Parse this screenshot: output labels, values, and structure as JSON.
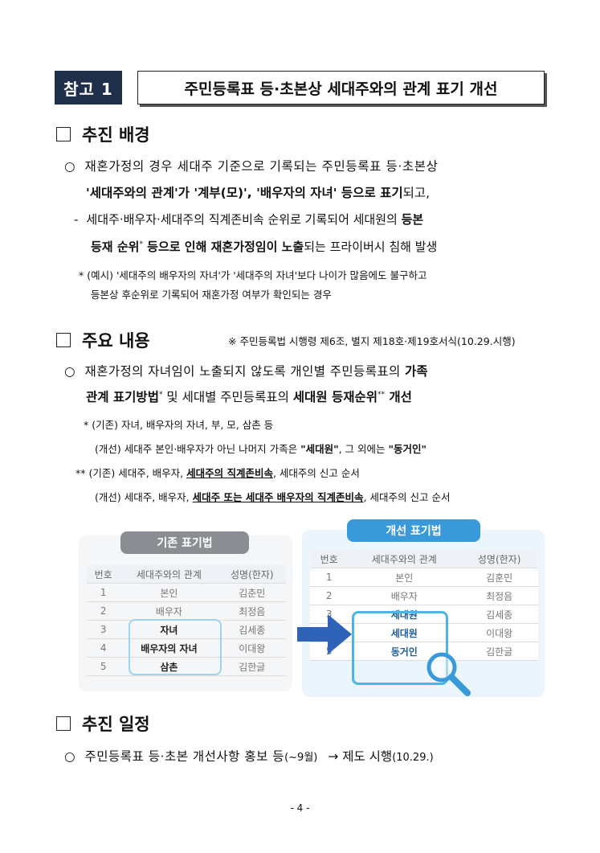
{
  "header": {
    "badge": "참고 1",
    "title": "주민등록표 등·초본상 세대주와의 관계 표기 개선"
  },
  "sections": {
    "background": {
      "heading": "추진 배경",
      "p1_a": "재혼가정의 경우 세대주 기준으로 기록되는 주민등록표 등·초본상",
      "p1_b": "'세대주와의 관계'가 '계부(모)', '배우자의 자녀' 등으로 표기",
      "p1_c": "되고,",
      "p2_a": "세대주·배우자·세대주의 직계존비속 순위로 기록되어 세대원의",
      "p2_b1": "등본",
      "p2_b2": "등재 순위",
      "p2_b3": "*",
      "p2_b4": " 등으로 인해 재혼가정임이 노출",
      "p2_b5": "되는 프라이버시 침해 발생",
      "note_a": "* (예시) '세대주의 배우자의 자녀'가 '세대주의 자녀'보다 나이가 많음에도 불구하고",
      "note_b": "등본상 후순위로 기록되어 재혼가정 여부가 확인되는 경우"
    },
    "main": {
      "heading": "주요 내용",
      "ref": "※ 주민등록법 시행령 제6조, 별지 제18호·제19호서식(10.29.시행)",
      "p1_a1": "재혼가정의 자녀임이 노출되지 않도록 개인별 주민등록표의 ",
      "p1_a2": "가족",
      "p1_b1": "관계 표기방법",
      "p1_b2": "*",
      "p1_b3": " 및 세대별 주민등록표의 ",
      "p1_b4": "세대원 등재순위",
      "p1_b5": "**",
      "p1_b6": " 개선",
      "n1": "* (기존) 자녀, 배우자의 자녀, 부, 모, 삼촌 등",
      "n2_a": "(개선) 세대주 본인·배우자가 아닌 나머지 가족은 ",
      "n2_b": "\"세대원\"",
      "n2_c": ", 그 외에는 ",
      "n2_d": "\"동거인\"",
      "n3_a": "** (기존) 세대주, 배우자, ",
      "n3_b": "세대주의 직계존비속",
      "n3_c": ", 세대주의 신고 순서",
      "n4_a": "(개선) 세대주, 배우자, ",
      "n4_b": "세대주 또는 세대주 배우자의 직계존비속",
      "n4_c": ", 세대주의 신고 순서"
    },
    "schedule": {
      "heading": "추진 일정",
      "p1_a": "주민등록표 등·초본 개선사항 홍보 등",
      "p1_b": "(~9월)",
      "p1_c": "→ 제도 시행",
      "p1_d": "(10.29.)"
    }
  },
  "illustration": {
    "old_title": "기존 표기법",
    "new_title": "개선 표기법",
    "headers": [
      "번호",
      "세대주와의 관계",
      "성명(한자)"
    ],
    "old_rows": [
      [
        "1",
        "본인",
        "김춘민"
      ],
      [
        "2",
        "배우자",
        "최정음"
      ],
      [
        "3",
        "자녀",
        "김세종"
      ],
      [
        "4",
        "배우자의 자녀",
        "이대왕"
      ],
      [
        "5",
        "삼촌",
        "김한글"
      ]
    ],
    "new_rows": [
      [
        "1",
        "본인",
        "김훈민"
      ],
      [
        "2",
        "배우자",
        "최정음"
      ],
      [
        "3",
        "세대원",
        "김세종"
      ],
      [
        "4",
        "세대원",
        "이대왕"
      ],
      [
        "5",
        "동거인",
        "김한글"
      ]
    ]
  },
  "footer": {
    "page": "- 4 -"
  }
}
